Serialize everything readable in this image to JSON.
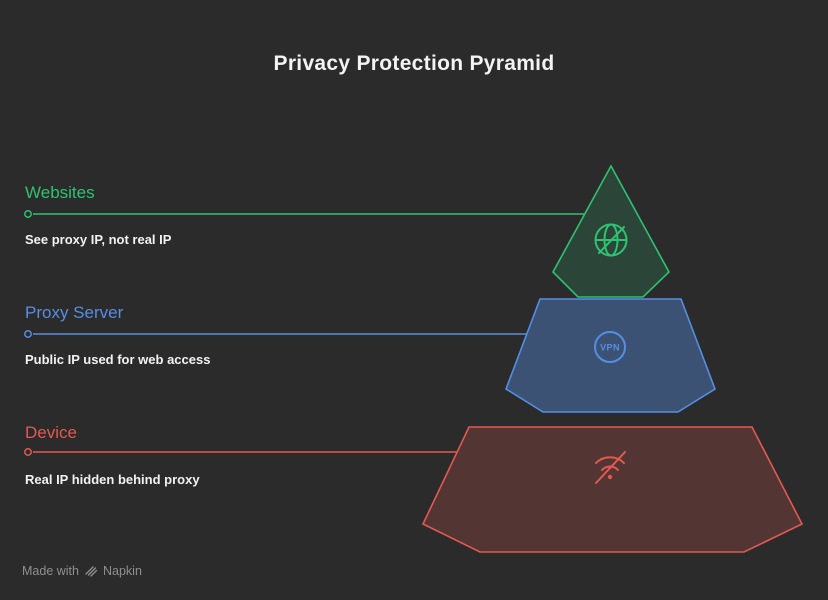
{
  "title": "Privacy Protection Pyramid",
  "colors": {
    "background": "#2b2b2b",
    "title_text": "#f3f3f3",
    "description_text": "#f2f2f2",
    "footer_text": "#8f8f8f",
    "websites_green": "#2fc272",
    "proxy_blue": "#568ee3",
    "device_red": "#e25a50"
  },
  "pyramid": {
    "tiers": [
      {
        "id": "websites",
        "label": "Websites",
        "description": "See proxy IP, not real IP",
        "color": "#2fc272",
        "icon": "globe-blocked-icon"
      },
      {
        "id": "proxy-server",
        "label": "Proxy Server",
        "description": "Public IP used for web access",
        "color": "#568ee3",
        "icon": "vpn-badge-icon",
        "icon_text": "VPN"
      },
      {
        "id": "device",
        "label": "Device",
        "description": "Real IP hidden behind proxy",
        "color": "#e25a50",
        "icon": "wifi-off-icon"
      }
    ]
  },
  "footer": {
    "made_with": "Made with",
    "brand": "Napkin"
  }
}
